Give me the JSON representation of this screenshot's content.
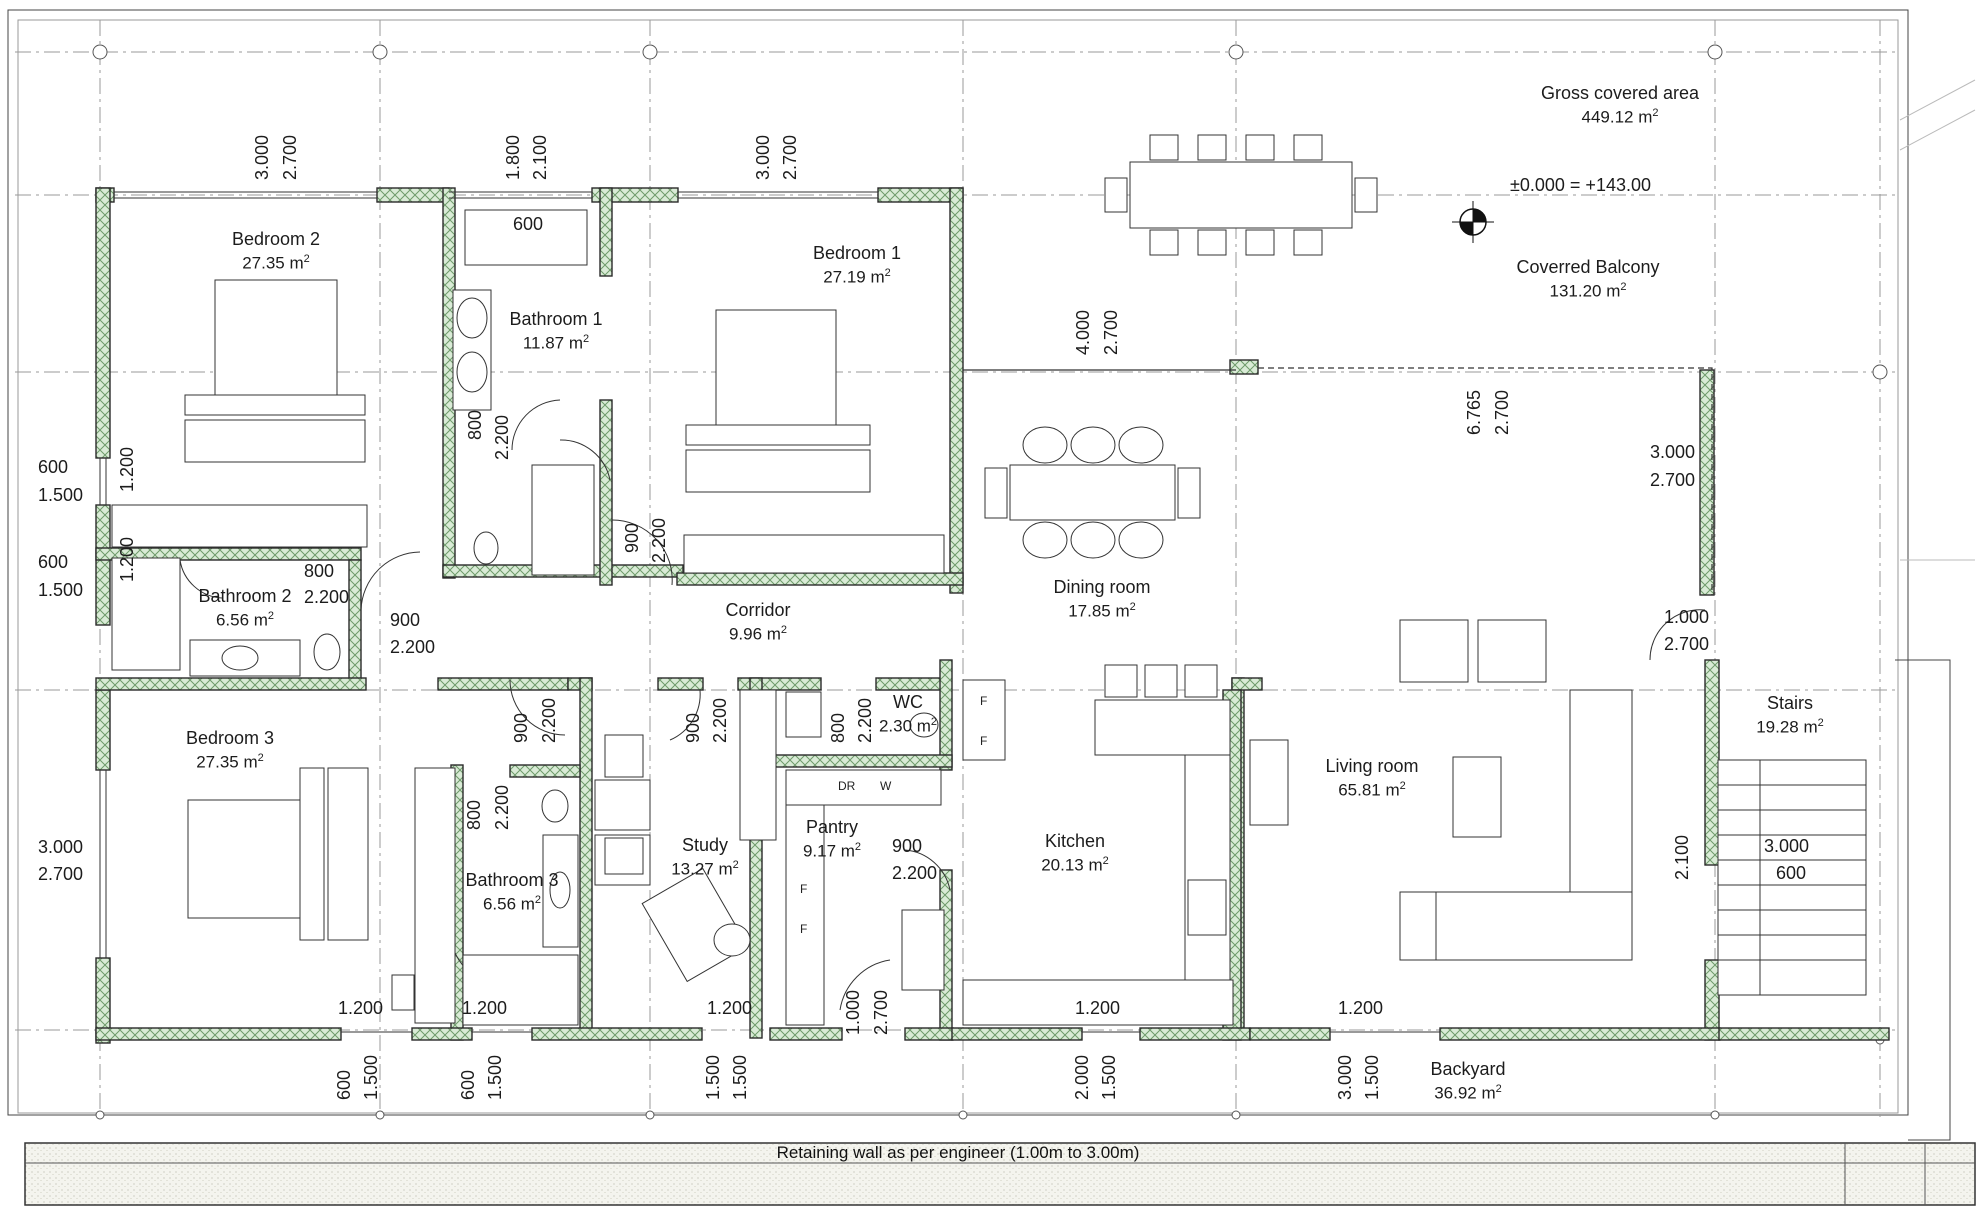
{
  "rooms": {
    "bedroom2": {
      "name": "Bedroom 2",
      "area": "27.35 m"
    },
    "bathroom1": {
      "name": "Bathroom 1",
      "area": "11.87 m"
    },
    "bedroom1": {
      "name": "Bedroom 1",
      "area": "27.19 m"
    },
    "bathroom2": {
      "name": "Bathroom 2",
      "area": "6.56 m"
    },
    "corridor": {
      "name": "Corridor",
      "area": "9.96 m"
    },
    "dining": {
      "name": "Dining room",
      "area": "17.85 m"
    },
    "bedroom3": {
      "name": "Bedroom 3",
      "area": "27.35 m"
    },
    "bathroom3": {
      "name": "Bathroom 3",
      "area": "6.56 m"
    },
    "study": {
      "name": "Study",
      "area": "13.27 m"
    },
    "pantry": {
      "name": "Pantry",
      "area": "9.17 m"
    },
    "wc": {
      "name": "WC",
      "area": "2.30 m"
    },
    "kitchen": {
      "name": "Kitchen",
      "area": "20.13 m"
    },
    "living": {
      "name": "Living room",
      "area": "65.81 m"
    },
    "stairs": {
      "name": "Stairs",
      "area": "19.28 m"
    },
    "balcony": {
      "name": "Coverred Balcony",
      "area": "131.20 m"
    },
    "backyard": {
      "name": "Backyard",
      "area": "36.92 m"
    },
    "gross": {
      "name": "Gross covered area",
      "area": "449.12 m"
    }
  },
  "area_unit_exponent": "2",
  "level_marker": {
    "text": "±0.000 = +143.00"
  },
  "retaining_wall": "Retaining wall as per engineer (1.00m to 3.00m)",
  "appliance_labels": {
    "dr": "DR",
    "w": "W",
    "f": "F"
  },
  "dims": {
    "d_600_tub": "600",
    "d_600_l1": "600",
    "d_1500_l1": "1.500",
    "d_600_l2": "600",
    "d_1500_l2": "1.500",
    "d_3000_l3": "3.000",
    "d_2700_l3": "2.700",
    "d_800_b2": "800",
    "d_2200_b2": "2.200",
    "d_900_c": "900",
    "d_2200_c": "2.200",
    "d_3000_r1": "3.000",
    "d_2700_r1": "2.700",
    "d_1000_r2": "1.000",
    "d_2700_r2": "2.700",
    "d_3000_st": "3.000",
    "d_600_st": "600",
    "d_900_p": "900",
    "d_2200_p": "2.200",
    "d_1200_a": "1.200",
    "d_1200_b": "1.200",
    "d_1200_c": "1.200",
    "d_1200_d": "1.200",
    "d_1200_e": "1.200",
    "v_3000_t1": "3.000",
    "v_2700_t1": "2.700",
    "v_1800_t2": "1.800",
    "v_2100_t2": "2.100",
    "v_3000_t3": "3.000",
    "v_2700_t3": "2.700",
    "v_4000_t4": "4.000",
    "v_2700_t4": "2.700",
    "v_6765": "6.765",
    "v_2700_t5": "2.700",
    "v_1200_b2": "1.200",
    "v_1200_b2b": "1.200",
    "v_800_ba1": "800",
    "v_2200_ba1": "2.200",
    "v_900_co": "900",
    "v_2200_co": "2.200",
    "v_900_b3": "900",
    "v_2200_b3": "2.200",
    "v_900_st": "900",
    "v_2200_st": "2.200",
    "v_800_wc": "800",
    "v_2200_wc": "2.200",
    "v_800_ba3": "800",
    "v_2200_ba3": "2.200",
    "v_1000_pa": "1.000",
    "v_2700_pa": "2.700",
    "v_2100_st": "2.100",
    "v_600_b1": "600",
    "v_1500_b1": "1.500",
    "v_600_b2": "600",
    "v_1500_b2": "1.500",
    "v_1500_b3": "1.500",
    "v_1500_b4": "1.500",
    "v_2000_b5": "2.000",
    "v_1500_b5": "1.500",
    "v_3000_b6": "3.000",
    "v_1500_b6": "1.500"
  }
}
